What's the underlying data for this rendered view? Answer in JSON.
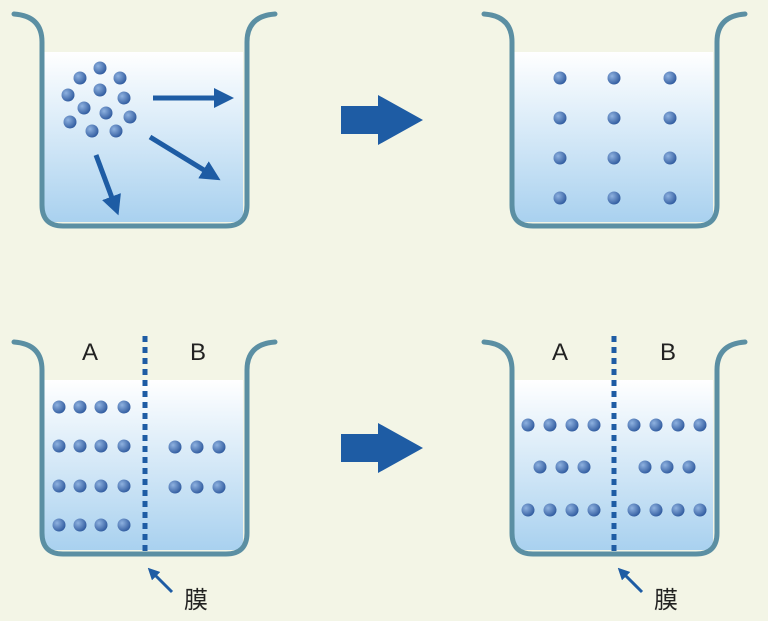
{
  "labels": {
    "side_a": "A",
    "side_b": "B",
    "membrane": "膜"
  },
  "colors": {
    "background": "#f3f5e6",
    "beaker_outline": "#5b8fa3",
    "water_top": "#ffffff",
    "water_bottom": "#a9d1ef",
    "particle": "#3a63a8",
    "arrow": "#1e5ca4",
    "membrane": "#1e5ca4"
  },
  "icons": {
    "process_arrow": "right-block-arrow-icon",
    "motion_arrow": "diffusion-direction-arrow-icon",
    "membrane_pointer": "pointer-arrow-icon"
  },
  "scenes": {
    "top_before": {
      "description_of_state": "clustered",
      "particle_count": 12
    },
    "top_after": {
      "description_of_state": "uniform",
      "particle_count": 12
    },
    "bottom_before": {
      "a_count": 16,
      "b_count": 6
    },
    "bottom_after": {
      "a_count": 11,
      "b_count": 11
    }
  }
}
